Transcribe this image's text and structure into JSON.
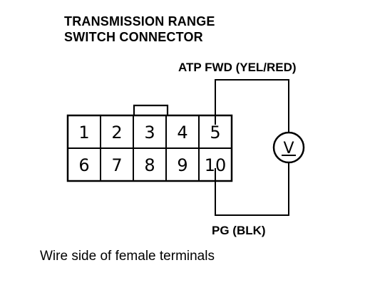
{
  "title": {
    "line1": "TRANSMISSION RANGE",
    "line2": "SWITCH CONNECTOR"
  },
  "connector": {
    "top_row": [
      "1",
      "2",
      "3",
      "4",
      "5"
    ],
    "bottom_row": [
      "6",
      "7",
      "8",
      "9",
      "10"
    ]
  },
  "wires": {
    "top_label": "ATP FWD (YEL/RED)",
    "bottom_label": "PG (BLK)"
  },
  "meter": {
    "symbol": "V",
    "icon": "voltmeter-icon"
  },
  "caption": "Wire side of female terminals"
}
